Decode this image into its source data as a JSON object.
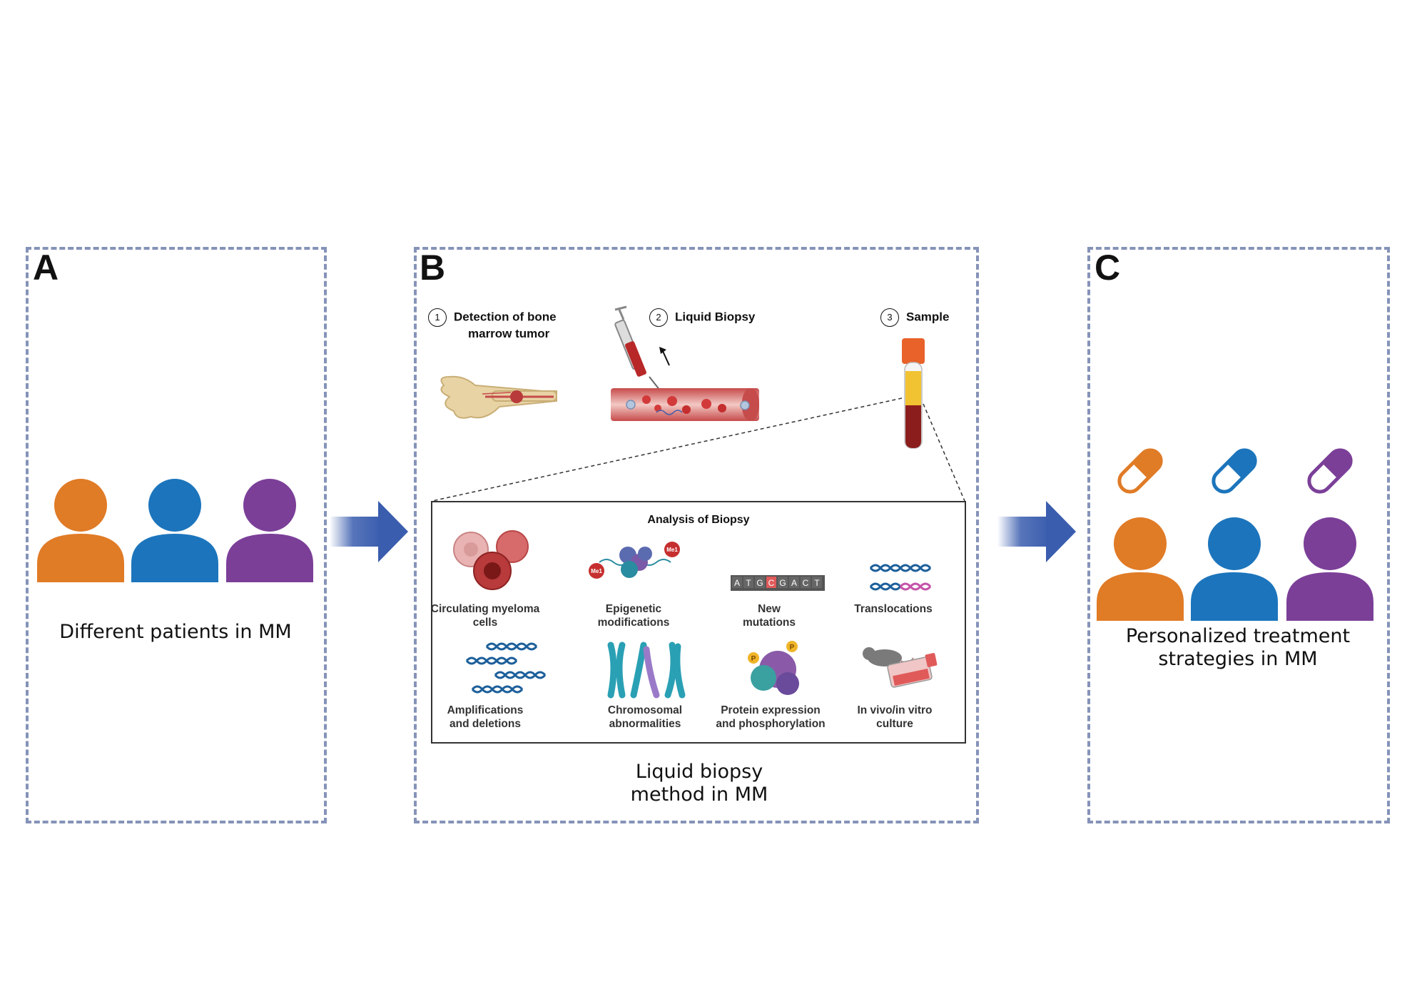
{
  "panel_a": {
    "letter": "A",
    "caption": "Different patients in MM",
    "patients": [
      {
        "color": "#e07b26"
      },
      {
        "color": "#1c75bc"
      },
      {
        "color": "#7b3f98"
      }
    ]
  },
  "panel_b": {
    "letter": "B",
    "steps": [
      {
        "num": "1",
        "label_line1": "Detection of bone",
        "label_line2": "marrow tumor"
      },
      {
        "num": "2",
        "label_line1": "Liquid Biopsy",
        "label_line2": ""
      },
      {
        "num": "3",
        "label_line1": "Sample",
        "label_line2": ""
      }
    ],
    "analysis": {
      "title": "Analysis of Biopsy",
      "items": [
        {
          "line1": "Circulating myeloma",
          "line2": "cells"
        },
        {
          "line1": "Epigenetic",
          "line2": "modifications"
        },
        {
          "line1": "New",
          "line2": "mutations"
        },
        {
          "line1": "Translocations",
          "line2": ""
        },
        {
          "line1": "Amplifications",
          "line2": "and deletions"
        },
        {
          "line1": "Chromosomal",
          "line2": "abnormalities"
        },
        {
          "line1": "Protein expression",
          "line2": "and phosphorylation"
        },
        {
          "line1": "In vivo/in vitro",
          "line2": "culture"
        }
      ],
      "dna_letters": [
        "A",
        "T",
        "G",
        "C",
        "G",
        "A",
        "C",
        "T"
      ],
      "methyl_tag": "Me1",
      "phospho_tag": "P"
    },
    "caption_line1": "Liquid biopsy",
    "caption_line2": "method in MM"
  },
  "panel_c": {
    "letter": "C",
    "caption_line1": "Personalized treatment",
    "caption_line2": "strategies in MM"
  },
  "colors": {
    "orange": "#e07b26",
    "blue": "#1c75bc",
    "purple": "#7b3f98",
    "arrow": "#3a5dae",
    "dashed_border": "#8593b8"
  }
}
